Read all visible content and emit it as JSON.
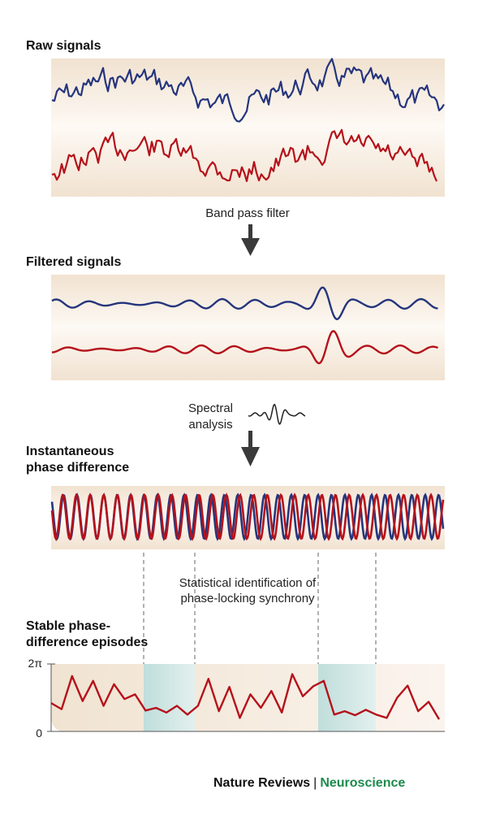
{
  "headings": {
    "raw": "Raw signals",
    "filtered": "Filtered signals",
    "instantaneous_line1": "Instantaneous",
    "instantaneous_line2": "phase difference",
    "stable_line1": "Stable phase-",
    "stable_line2": "difference episodes"
  },
  "steps": {
    "band_pass": "Band pass filter",
    "spectral_line1": "Spectral",
    "spectral_line2": "analysis",
    "statistical_line1": "Statistical identification of",
    "statistical_line2": "phase-locking synchrony"
  },
  "phase_axis": {
    "top_label": "2π",
    "bottom_label": "0"
  },
  "phase_series": [
    0.42,
    0.33,
    0.82,
    0.45,
    0.75,
    0.38,
    0.7,
    0.48,
    0.55,
    0.31,
    0.35,
    0.28,
    0.38,
    0.25,
    0.38,
    0.78,
    0.3,
    0.66,
    0.2,
    0.55,
    0.35,
    0.6,
    0.28,
    0.85,
    0.52,
    0.67,
    0.75,
    0.25,
    0.3,
    0.24,
    0.32,
    0.25,
    0.2,
    0.5,
    0.68,
    0.3,
    0.44,
    0.18
  ],
  "stable_episodes": [
    {
      "start_index": 9,
      "end_index": 14
    },
    {
      "start_index": 27,
      "end_index": 32
    }
  ],
  "colors": {
    "blue_signal": "#25357d",
    "red_signal": "#b5121b",
    "band_edge": "#f4e6d6",
    "band_center": "#fdf8f3",
    "episode_fill": "#cfe6e3",
    "arrow": "#3a3a3a"
  },
  "footer": {
    "journal": "Nature Reviews",
    "separator": "|",
    "section": "Neuroscience"
  }
}
